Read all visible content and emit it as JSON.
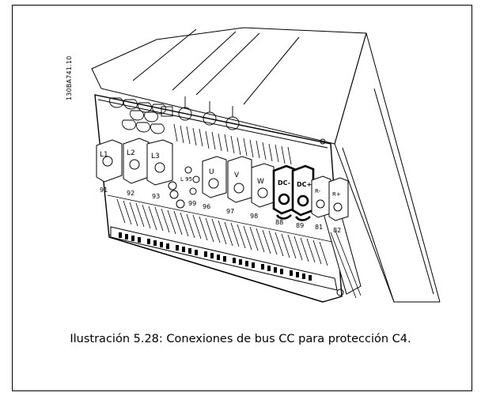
{
  "figure": {
    "id_code": "130BA741.10",
    "caption": "Ilustración 5.28: Conexiones de bus CC para protección C4.",
    "mains_terminals": [
      "L1",
      "L2",
      "L3"
    ],
    "mains_numbers": [
      "91",
      "92",
      "93"
    ],
    "motor_terminals": [
      "U",
      "V",
      "W"
    ],
    "motor_numbers": [
      "96",
      "97",
      "98"
    ],
    "dc_terminals": [
      "DC-",
      "DC+"
    ],
    "dc_numbers": [
      "88",
      "89"
    ],
    "brake_terminals": [
      "R-",
      "R+"
    ],
    "brake_numbers": [
      "81",
      "82"
    ],
    "ground_label": "99",
    "small_label": "L 95"
  }
}
